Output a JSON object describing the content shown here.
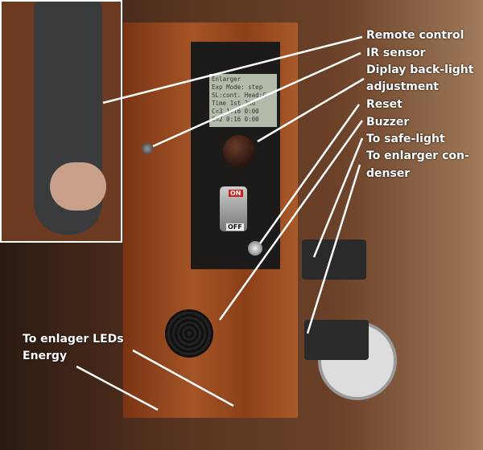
{
  "labels": {
    "remote_control": "Remote control",
    "ir_sensor": "IR sensor",
    "display_1": "Diplay back-light",
    "display_2": "adjustment",
    "reset": "Reset",
    "buzzer": "Buzzer",
    "safe_light": "To safe-light",
    "condenser_1": "To enlarger con-",
    "condenser_2": "denser",
    "leds": "To enlager LEDs",
    "energy": "Energy"
  },
  "device": {
    "lcd_lines": [
      "Enlarger",
      "Exp Mode: step",
      "SL:cont. Head:C",
      "Time 1st 2nd",
      "C=3 1:16 0:00",
      "C=2 0:16 0:00"
    ],
    "switch_on": "ON",
    "switch_off": "OFF"
  },
  "colors": {
    "label": "#ffffff",
    "wood": "#a45426",
    "panel": "#1c1b1a"
  }
}
